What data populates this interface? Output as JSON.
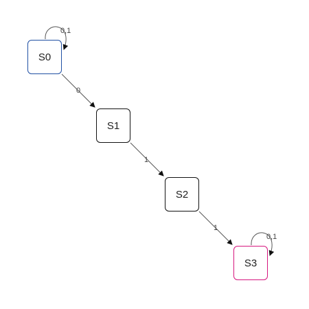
{
  "colors": {
    "initial_border": "#1f4fa3",
    "default_border": "#111111",
    "final_border": "#d6157e"
  },
  "states": [
    {
      "id": "s0",
      "label": "S0",
      "kind": "initial"
    },
    {
      "id": "s1",
      "label": "S1",
      "kind": "normal"
    },
    {
      "id": "s2",
      "label": "S2",
      "kind": "normal"
    },
    {
      "id": "s3",
      "label": "S3",
      "kind": "final"
    }
  ],
  "transitions": [
    {
      "from": "s0",
      "to": "s0",
      "label": "0,1"
    },
    {
      "from": "s0",
      "to": "s1",
      "label": "0"
    },
    {
      "from": "s1",
      "to": "s2",
      "label": "1"
    },
    {
      "from": "s2",
      "to": "s3",
      "label": "1"
    },
    {
      "from": "s3",
      "to": "s3",
      "label": "0,1"
    }
  ]
}
